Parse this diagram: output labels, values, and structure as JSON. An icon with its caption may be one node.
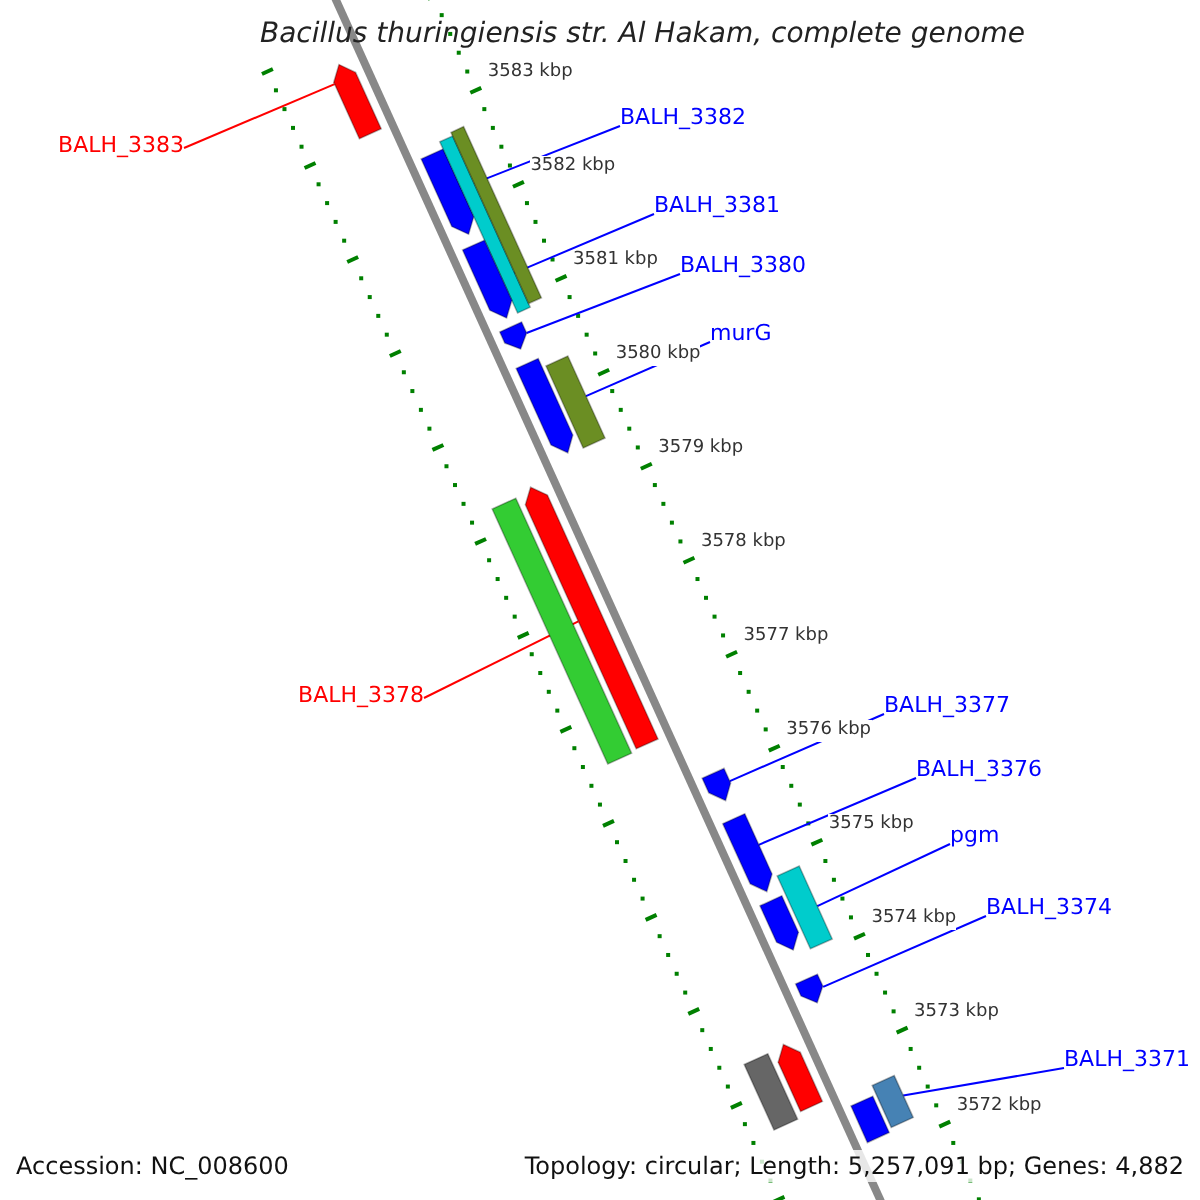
{
  "diagram": {
    "title": "Bacillus thuringiensis str. Al Hakam, complete genome",
    "nodes": [
      {
        "text": [
          "BALH_3383"
        ]
      },
      {
        "text": [
          "BALH_3382"
        ]
      },
      {
        "text": [
          "BALH_3381"
        ]
      },
      {
        "text": [
          "BALH_3380"
        ]
      },
      {
        "text": [
          "murG"
        ]
      },
      {
        "text": [
          "BALH_3378"
        ]
      },
      {
        "text": [
          "BALH_3377"
        ]
      },
      {
        "text": [
          "BALH_3376"
        ]
      },
      {
        "text": [
          "pgm"
        ]
      },
      {
        "text": [
          "BALH_3374"
        ]
      },
      {
        "text": [
          "BALH_3371"
        ]
      },
      {
        "text": [],
        "shape": "arrow"
      },
      {
        "text": [],
        "shape": "arrow"
      },
      {
        "text": [],
        "shape": "bar"
      },
      {
        "text": [],
        "shape": "bar"
      },
      {
        "text": [],
        "shape": "arrow"
      },
      {
        "text": [],
        "shape": "arrow"
      },
      {
        "text": [],
        "shape": "arrow"
      },
      {
        "text": [],
        "shape": "bar"
      },
      {
        "text": [],
        "shape": "bar"
      },
      {
        "text": [],
        "shape": "arrow"
      },
      {
        "text": [],
        "shape": "arrow"
      },
      {
        "text": [],
        "shape": "arrow"
      },
      {
        "text": [],
        "shape": "bar"
      },
      {
        "text": [],
        "shape": "arrow"
      },
      {
        "text": [],
        "shape": "arrow"
      },
      {
        "text": [],
        "shape": "bar"
      },
      {
        "text": [],
        "shape": "arrow"
      },
      {
        "text": [],
        "shape": "bar"
      },
      {
        "text": [],
        "shape": "bar"
      }
    ],
    "edges": [
      {
        "from": 0,
        "to": 11,
        "arrow": "none",
        "color": "#ff0000"
      },
      {
        "from": 1,
        "to": 13,
        "arrow": "none"
      },
      {
        "from": 2,
        "to": 15,
        "arrow": "none"
      },
      {
        "from": 3,
        "to": 16,
        "arrow": "none"
      },
      {
        "from": 4,
        "to": 18,
        "arrow": "none"
      },
      {
        "from": 5,
        "to": 20,
        "arrow": "none",
        "color": "#ff0000"
      },
      {
        "from": 6,
        "to": 21,
        "arrow": "none"
      },
      {
        "from": 7,
        "to": 22,
        "arrow": "none"
      },
      {
        "from": 8,
        "to": 23,
        "arrow": "none"
      },
      {
        "from": 9,
        "to": 25,
        "arrow": "none"
      },
      {
        "from": 10,
        "to": 29,
        "arrow": "none"
      }
    ],
    "labels": [
      "3583 kbp",
      "3582 kbp",
      "3581 kbp",
      "3580 kbp",
      "3579 kbp",
      "3578 kbp",
      "3577 kbp",
      "3576 kbp",
      "3575 kbp",
      "3574 kbp",
      "3573 kbp",
      "3572 kbp",
      "Accession: NC_008600",
      "Topology: circular; Length: 5,257,091 bp; Genes: 4,882"
    ]
  }
}
